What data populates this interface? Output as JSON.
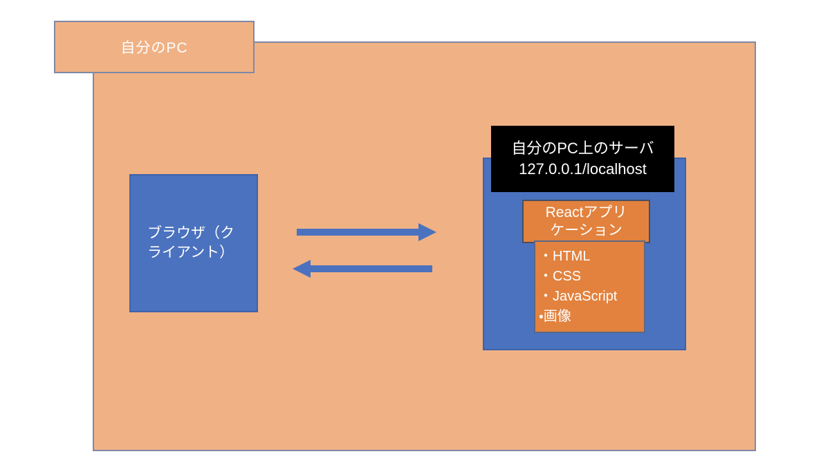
{
  "colors": {
    "page_bg": "#ffffff",
    "pc_fill": "#f0b185",
    "pc_border": "#7e88a6",
    "blue_fill": "#4b72bf",
    "blue_border": "#3e62a8",
    "orange_fill": "#e2823e",
    "server_header_bg": "#000000",
    "arrow": "#4b72bf",
    "text": "#ffffff"
  },
  "pc": {
    "label": "自分のPC"
  },
  "browser": {
    "label": "ブラウザ（クライアント）"
  },
  "icons": {
    "request": "arrow-right-icon",
    "response": "arrow-left-icon"
  },
  "server": {
    "title": "自分のPC上のサーバ",
    "address": "127.0.0.1/localhost",
    "react_app_label": "Reactアプリケーション",
    "contents": [
      "・HTML",
      "・CSS",
      "・JavaScript",
      "・画像"
    ]
  }
}
